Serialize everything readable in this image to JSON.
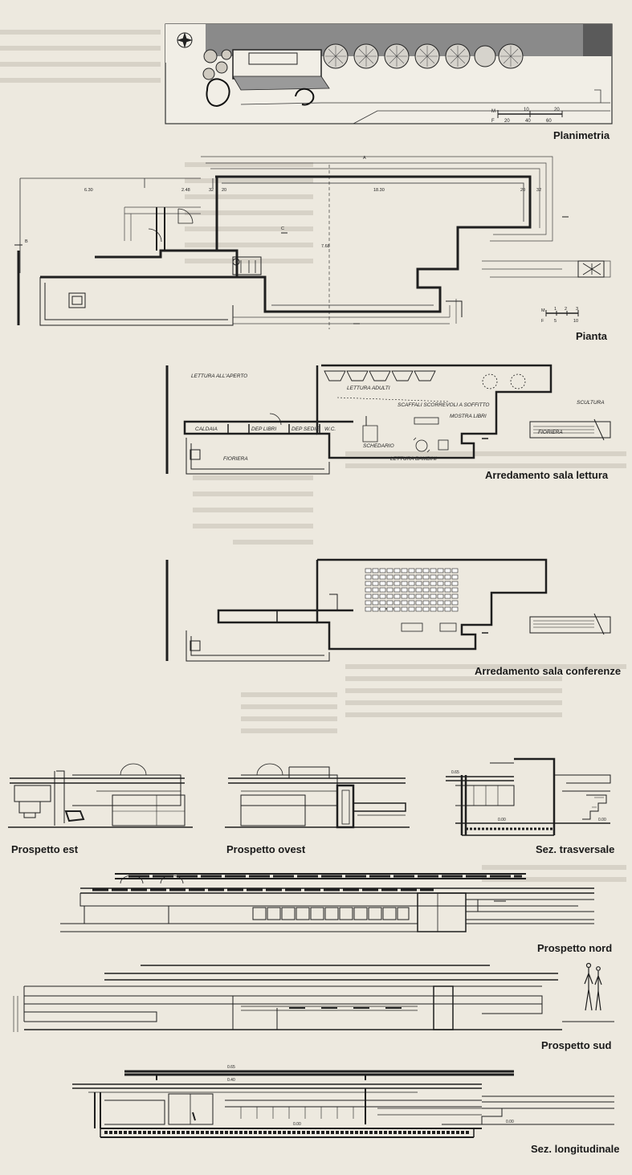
{
  "captions": {
    "planimetria": "Planimetria",
    "pianta": "Pianta",
    "arredamento_lettura": "Arredamento sala lettura",
    "arredamento_conferenze": "Arredamento sala conferenze",
    "prospetto_est": "Prospetto est",
    "prospetto_ovest": "Prospetto ovest",
    "sez_trasversale": "Sez. trasversale",
    "prospetto_nord": "Prospetto nord",
    "prospetto_sud": "Prospetto sud",
    "sez_longitudinale": "Sez. longitudinale"
  },
  "scale_planimetria": {
    "m_label": "M",
    "f_label": "F",
    "m_values": [
      "10",
      "20"
    ],
    "f_values": [
      "20",
      "40",
      "60"
    ]
  },
  "scale_pianta": {
    "m_label": "M",
    "f_label": "F",
    "m_values": [
      "1",
      "2",
      "3"
    ],
    "f_values": [
      "5",
      "10"
    ]
  },
  "pianta_dimensions": {
    "d1": "6.30",
    "d2": "2.48",
    "d3": "32",
    "d4": "20",
    "d5": "18.30",
    "d6": "20",
    "d7": "32",
    "d8": "7.68",
    "section_a": "A",
    "section_b": "B",
    "section_c": "C"
  },
  "lettura_labels": {
    "lettura_aperto": "LETTURA ALL'APERTO",
    "lettura_adulti": "LETTURA ADULTI",
    "scaffali": "SCAFFALI SCORREVOLI A SOFFITTO",
    "mostra_libri": "MOSTRA LIBRI",
    "scultura": "SCULTURA",
    "fioriera_dx": "FIORIERA",
    "caldaia": "CALDAIA",
    "dep_libri": "DEP LIBRI",
    "dep_sedie": "DEP SEDIE",
    "wc": "W.C.",
    "schedario": "SCHEDARIO",
    "lettura_bambini": "LETTURA BAMBINI",
    "fioriera_sx": "FIORIERA"
  },
  "section_levels": {
    "trasv_top": "0.65",
    "trasv_floor": "0.00",
    "trasv_right": "0.00",
    "long_top": "0.65",
    "long_mid": "0.40",
    "long_floor": "0.00",
    "long_right": "0.00"
  },
  "colors": {
    "paper": "#ede9df",
    "ink": "#1f1f1f",
    "site_grey": "#8a8a8a",
    "ghost_text": "#b9b3a6"
  }
}
